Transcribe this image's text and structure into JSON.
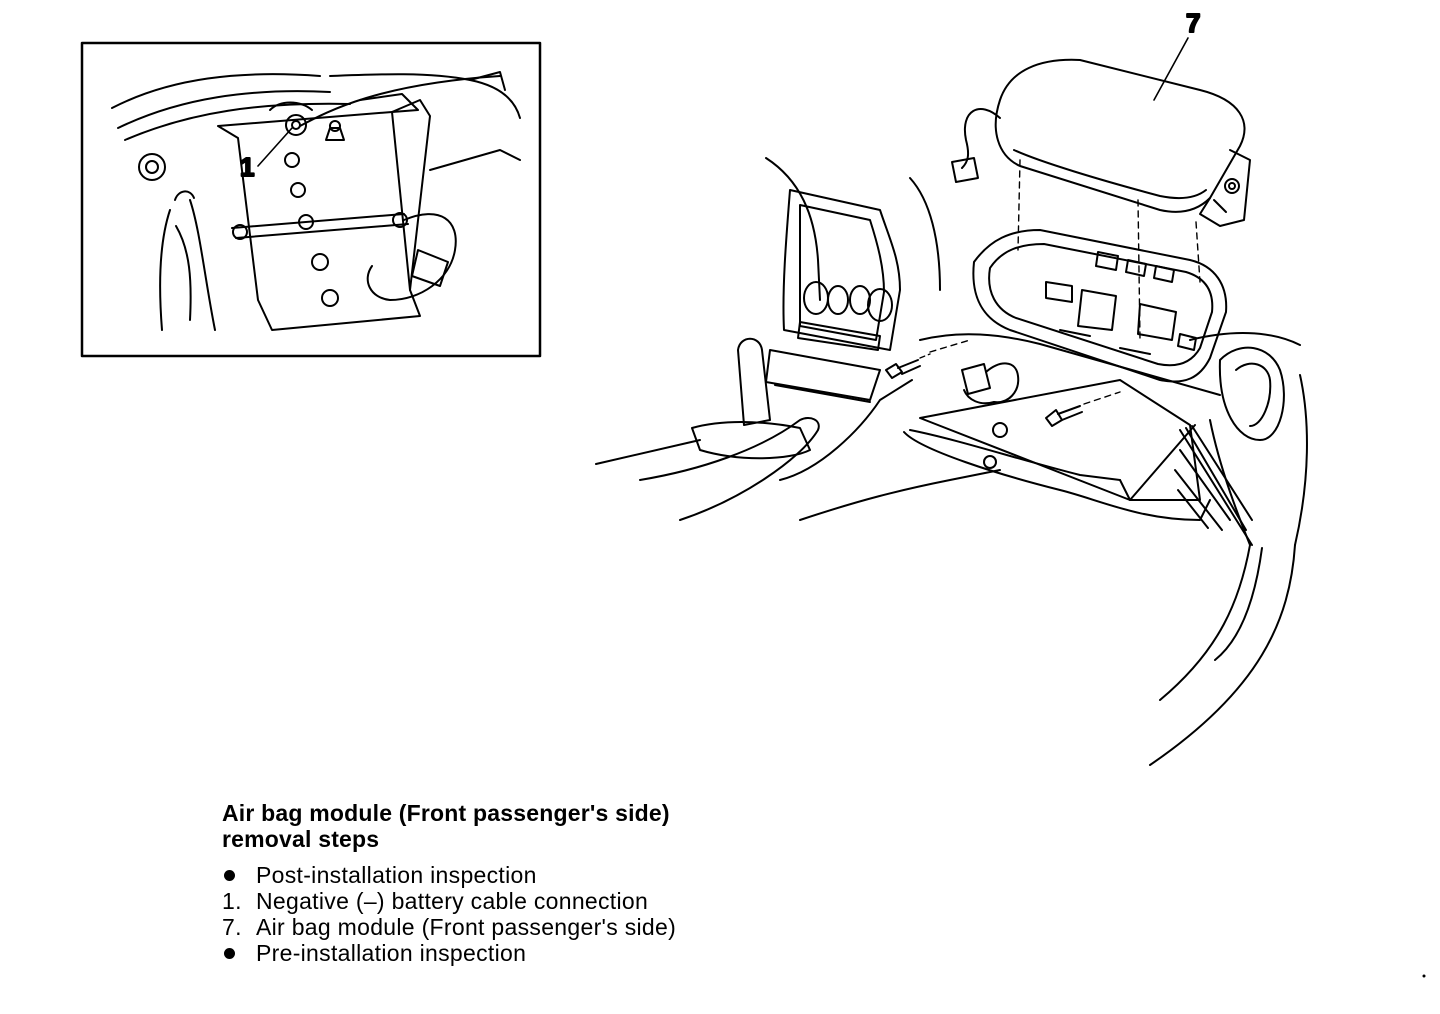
{
  "diagram": {
    "callouts": [
      {
        "id": "1",
        "label": "1"
      },
      {
        "id": "7",
        "label": "7"
      }
    ]
  },
  "caption": {
    "title_line1": "Air bag module (Front passenger's side)",
    "title_line2": "removal steps",
    "steps": [
      {
        "marker": "bullet",
        "number": "",
        "text": "Post-installation inspection"
      },
      {
        "marker": "number",
        "number": "1.",
        "text": "Negative (–) battery cable connection"
      },
      {
        "marker": "number",
        "number": "7.",
        "text": "Air bag module (Front passenger's side)"
      },
      {
        "marker": "bullet",
        "number": "",
        "text": "Pre-installation inspection"
      }
    ]
  }
}
